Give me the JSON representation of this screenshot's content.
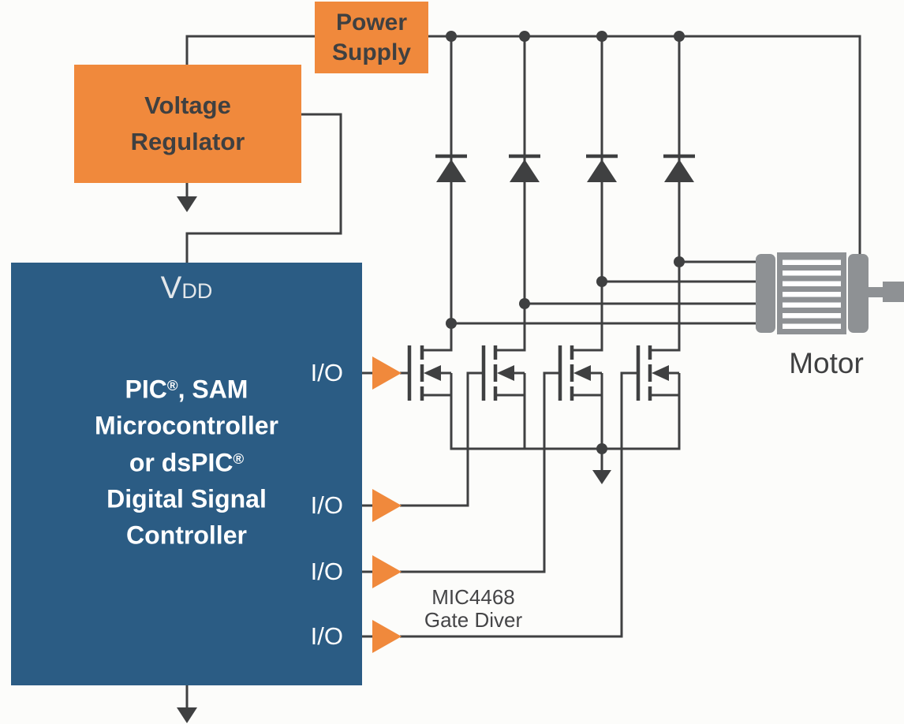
{
  "colors": {
    "orange": "#F0893C",
    "blue": "#2B5C84",
    "ink": "#3F4041",
    "gray": "#8E9194",
    "bg": "#FCFCFA"
  },
  "blocks": {
    "power_supply": {
      "line1": "Power",
      "line2": "Supply"
    },
    "voltage_regulator": {
      "line1": "Voltage",
      "line2": "Regulator"
    },
    "mcu": {
      "vdd_main": "V",
      "vdd_sub": "DD",
      "lines": [
        {
          "pre": "PIC",
          "sup": "®",
          "post": ", SAM"
        },
        {
          "pre": "Microcontroller",
          "sup": "",
          "post": ""
        },
        {
          "pre": "or dsPIC",
          "sup": "®",
          "post": ""
        },
        {
          "pre": "Digital Signal",
          "sup": "",
          "post": ""
        },
        {
          "pre": "Controller",
          "sup": "",
          "post": ""
        }
      ]
    },
    "io_ports": [
      {
        "label": "I/O"
      },
      {
        "label": "I/O"
      },
      {
        "label": "I/O"
      },
      {
        "label": "I/O"
      }
    ],
    "gate_driver": {
      "line1": "MIC4468",
      "line2": "Gate Diver"
    },
    "motor": {
      "label": "Motor"
    }
  }
}
